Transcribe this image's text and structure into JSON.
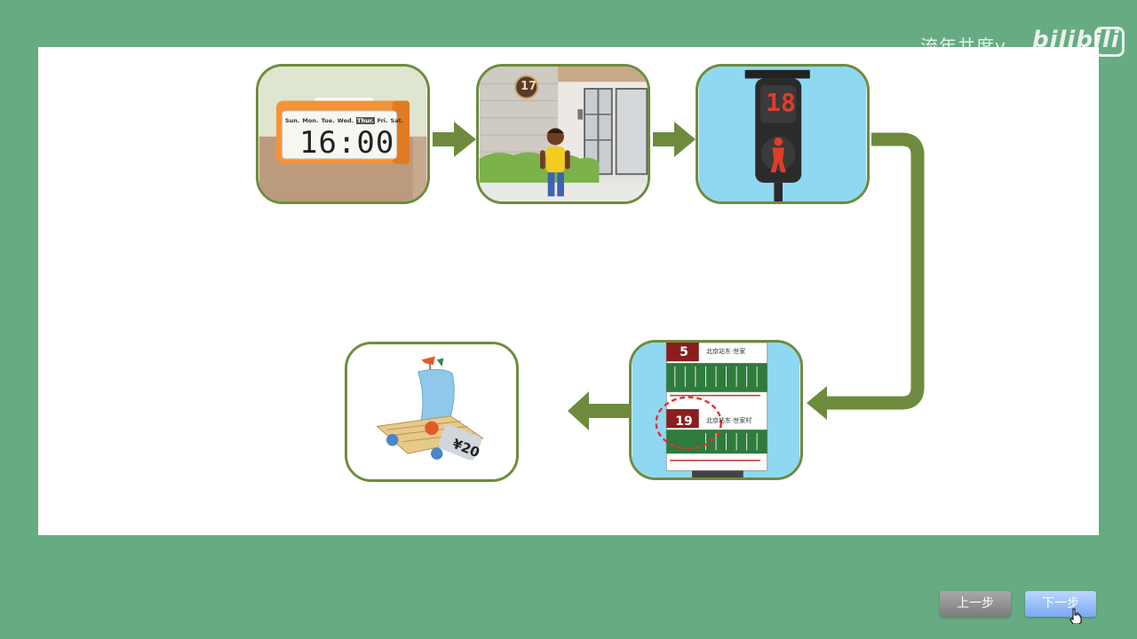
{
  "watermark": {
    "text": "流年共度v",
    "logo": "bilibili"
  },
  "cards": {
    "clock": {
      "days": [
        "Sun.",
        "Mon.",
        "Tue.",
        "Wed.",
        "Thur.",
        "Fri.",
        "Sat."
      ],
      "highlighted_day": "Thur.",
      "time": "16:00"
    },
    "walk": {
      "house_number": "17"
    },
    "signal": {
      "countdown": "18"
    },
    "bus_sign": {
      "route_top": "5",
      "route_bottom": "19",
      "stop_top": "北京站东·世家",
      "stop_bottom": "北京站东·世家村"
    },
    "boat": {
      "price": "¥20"
    }
  },
  "nav": {
    "prev_label": "上一步",
    "next_label": "下一步"
  },
  "colors": {
    "background": "#66ab82",
    "card_border": "#6e8b3d",
    "arrow": "#6e8b3d",
    "sky": "#8fd8f2",
    "signal_red": "#e03c2a"
  }
}
